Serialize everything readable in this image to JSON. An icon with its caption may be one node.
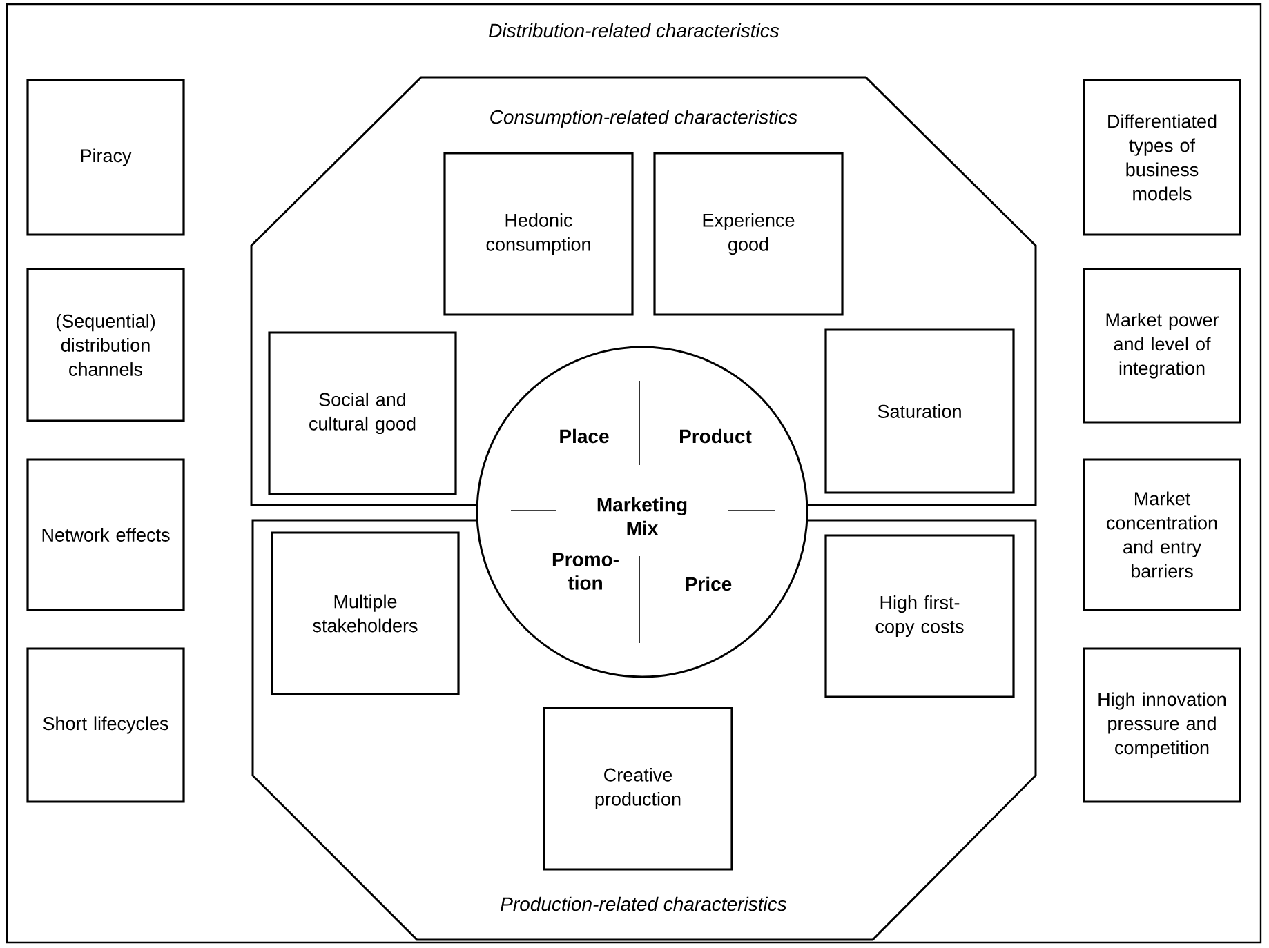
{
  "diagram": {
    "nodes": [
      {
        "text": [
          "Distribution-related characteristics"
        ]
      },
      {
        "text": [
          "Piracy"
        ],
        "in": 0
      },
      {
        "text": [
          "(Sequential) distribution channels"
        ],
        "in": 0
      },
      {
        "text": [
          "Network effects"
        ],
        "in": 0
      },
      {
        "text": [
          "Short lifecycles"
        ],
        "in": 0
      },
      {
        "text": [
          "Differentiated types of business models"
        ],
        "in": 0
      },
      {
        "text": [
          "Market power and level of integration"
        ],
        "in": 0
      },
      {
        "text": [
          "Market concentration and entry barriers"
        ],
        "in": 0
      },
      {
        "text": [
          "High innovation pressure and competition"
        ],
        "in": 0
      },
      {
        "text": [
          "Consumption-related characteristics"
        ],
        "in": 0
      },
      {
        "text": [
          "Hedonic consumption"
        ],
        "in": 9
      },
      {
        "text": [
          "Experience good"
        ],
        "in": 9
      },
      {
        "text": [
          "Social and cultural good"
        ],
        "in": 9
      },
      {
        "text": [
          "Saturation"
        ],
        "in": 9
      },
      {
        "text": [
          "Place",
          "Product",
          "Marketing Mix",
          "Promo- tion",
          "Price"
        ],
        "in": 0
      },
      {
        "text": [
          "Production-related characteristics"
        ],
        "in": 0
      },
      {
        "text": [
          "Multiple stakeholders"
        ],
        "in": 15
      },
      {
        "text": [
          "High first-copy costs"
        ],
        "in": 15
      },
      {
        "text": [
          "Creative production"
        ],
        "in": 15
      }
    ]
  }
}
